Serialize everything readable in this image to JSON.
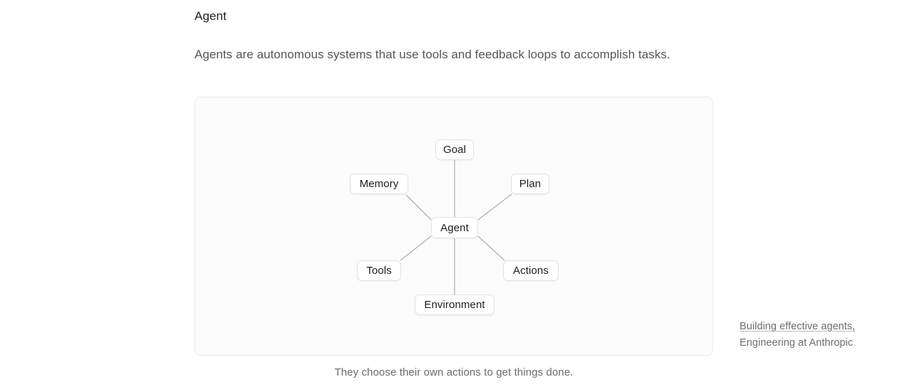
{
  "article": {
    "title": "Agent",
    "paragraph": "Agents are autonomous systems that use tools and feedback loops to accomplish tasks."
  },
  "diagram": {
    "caption": "They choose their own actions to get things done.",
    "type": "radial-node-graph",
    "center_node": "Agent",
    "nodes": [
      {
        "id": "goal",
        "label": "Goal"
      },
      {
        "id": "memory",
        "label": "Memory"
      },
      {
        "id": "plan",
        "label": "Plan"
      },
      {
        "id": "agent",
        "label": "Agent"
      },
      {
        "id": "tools",
        "label": "Tools"
      },
      {
        "id": "actions",
        "label": "Actions"
      },
      {
        "id": "environment",
        "label": "Environment"
      }
    ],
    "edges": [
      {
        "from": "agent",
        "to": "goal"
      },
      {
        "from": "agent",
        "to": "memory"
      },
      {
        "from": "agent",
        "to": "plan"
      },
      {
        "from": "agent",
        "to": "tools"
      },
      {
        "from": "agent",
        "to": "actions"
      },
      {
        "from": "agent",
        "to": "environment"
      }
    ]
  },
  "citation": {
    "link_text": "Building effective agents,",
    "source_text": "Engineering at Anthropic"
  },
  "colors": {
    "page_background": "#ffffff",
    "frame_background": "#fcfcfc",
    "frame_border": "#eaeaea",
    "node_background": "#ffffff",
    "node_border": "#e3e3e3",
    "node_text": "#1d1d1f",
    "edge_stroke": "#9a9a9a",
    "body_text": "#565656",
    "caption_text": "#6b6b6b",
    "citation_text": "#6e6e6e"
  }
}
